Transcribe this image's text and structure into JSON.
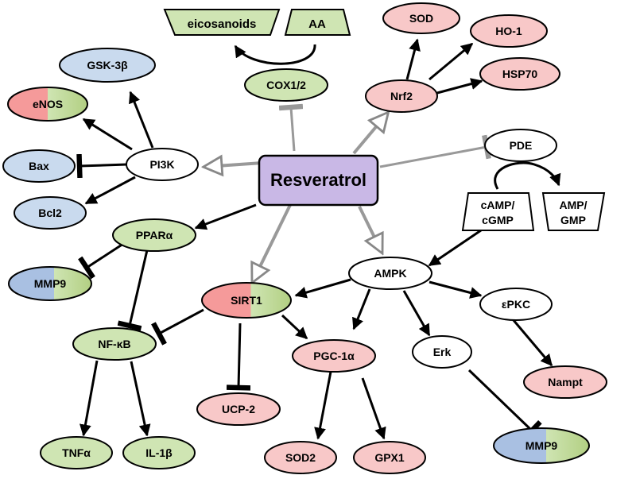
{
  "center": {
    "label": "Resveratrol",
    "fill": "#c9b8e6"
  },
  "palette": {
    "green": "#cfe5b3",
    "pink": "#f8c8c8",
    "blue": "#c9daee",
    "red": "#f59a9a",
    "white": "#ffffff"
  },
  "nodes": {
    "eicosanoids": "eicosanoids",
    "aa": "AA",
    "cox": "COX1/2",
    "sod": "SOD",
    "ho1": "HO-1",
    "hsp70": "HSP70",
    "nrf2": "Nrf2",
    "gsk3b": "GSK-3β",
    "enos": "eNOS",
    "pi3k": "PI3K",
    "bax": "Bax",
    "bcl2": "Bcl2",
    "pde": "PDE",
    "camp_line1": "cAMP/",
    "camp_line2": "cGMP",
    "amp_line1": "AMP/",
    "amp_line2": "GMP",
    "ppara": "PPARα",
    "mmp9_left": "MMP9",
    "ampk": "AMPK",
    "sirt1": "SIRT1",
    "epkc": "εPKC",
    "nfkb": "NF-κB",
    "pgc1a": "PGC-1α",
    "erk": "Erk",
    "nampt": "Nampt",
    "ucp2": "UCP-2",
    "tnfa": "TNFα",
    "il1b": "IL-1β",
    "sod2": "SOD2",
    "gpx1": "GPX1",
    "mmp9_right": "MMP9"
  }
}
